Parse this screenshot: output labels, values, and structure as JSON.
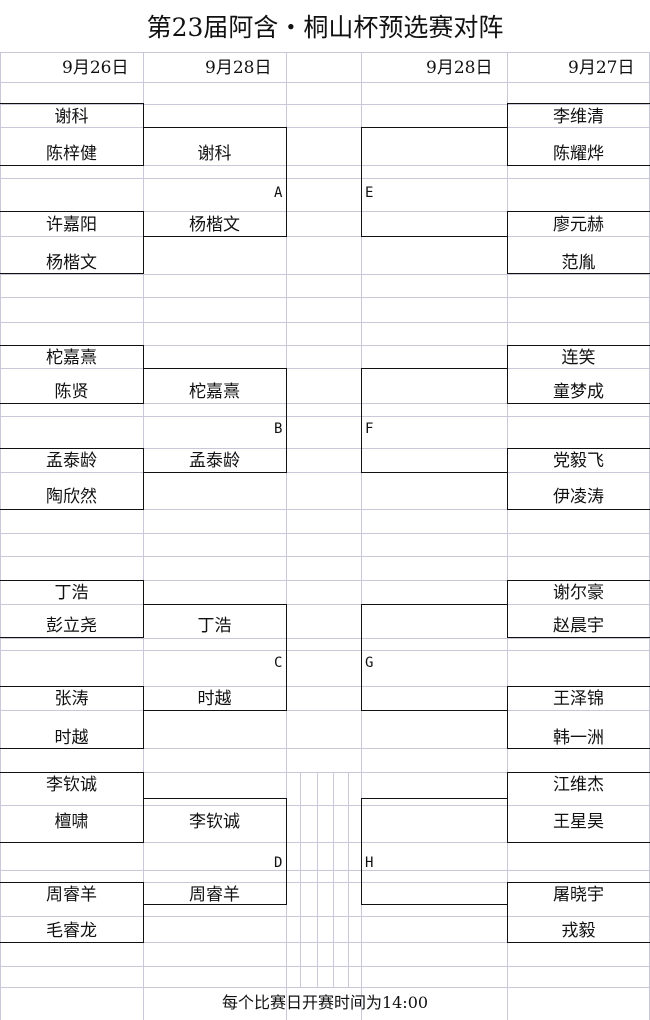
{
  "title": "第23届阿含・桐山杯预选赛对阵",
  "dates": [
    "9月26日",
    "9月28日",
    "9月28日",
    "9月27日"
  ],
  "left": {
    "r1": [
      "谢科",
      "陈梓健",
      "许嘉阳",
      "杨楷文",
      "柁嘉熹",
      "陈贤",
      "孟泰龄",
      "陶欣然",
      "丁浩",
      "彭立尧",
      "张涛",
      "时越",
      "李钦诚",
      "檀啸",
      "周睿羊",
      "毛睿龙"
    ],
    "r2": [
      "谢科",
      "杨楷文",
      "柁嘉熹",
      "孟泰龄",
      "丁浩",
      "时越",
      "李钦诚",
      "周睿羊"
    ],
    "groups": [
      "A",
      "B",
      "C",
      "D"
    ]
  },
  "right": {
    "r1": [
      "李维清",
      "陈耀烨",
      "廖元赫",
      "范胤",
      "连笑",
      "童梦成",
      "党毅飞",
      "伊凌涛",
      "谢尔豪",
      "赵晨宇",
      "王泽锦",
      "韩一洲",
      "江维杰",
      "王星昊",
      "屠晓宇",
      "戎毅"
    ],
    "groups": [
      "E",
      "F",
      "G",
      "H"
    ]
  },
  "footer": "每个比赛日开赛时间为14:00"
}
